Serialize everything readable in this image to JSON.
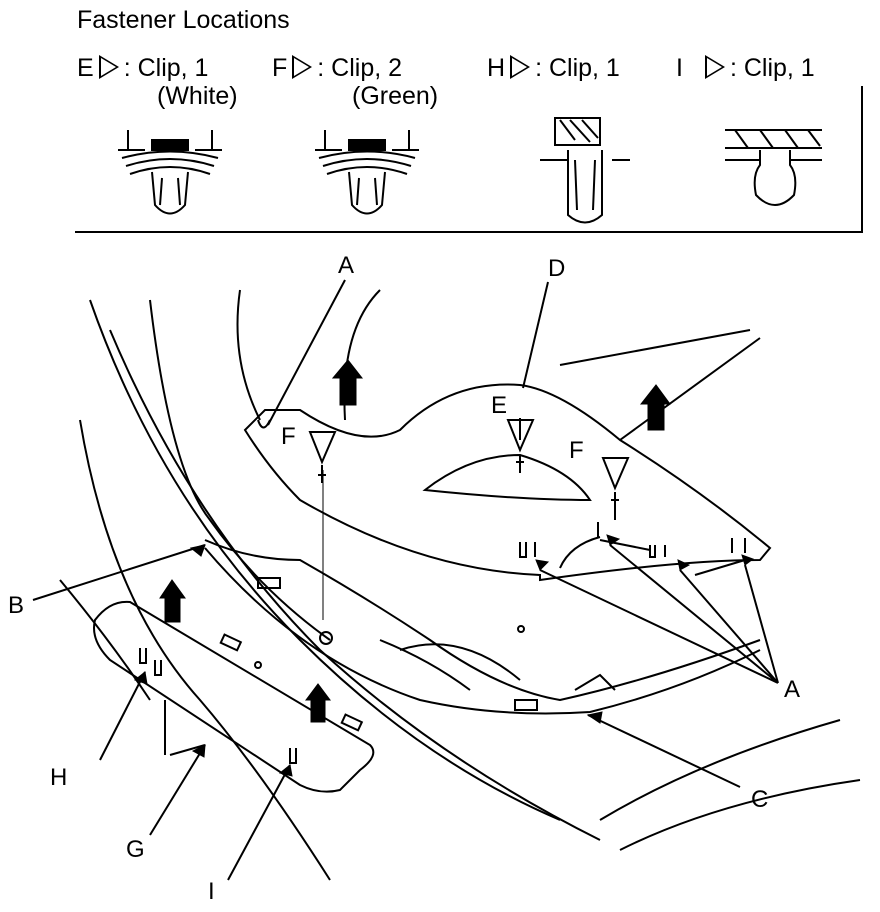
{
  "header": {
    "title": "Fastener Locations"
  },
  "legend": [
    {
      "letter": "E",
      "text": ": Clip, 1",
      "note": "(White)"
    },
    {
      "letter": "F",
      "text": ": Clip, 2",
      "note": "(Green)"
    },
    {
      "letter": "H",
      "text": ": Clip, 1",
      "note": ""
    },
    {
      "letter": "I",
      "text": ": Clip, 1",
      "note": ""
    }
  ],
  "labels": {
    "A_top": "A",
    "A_right": "A",
    "B": "B",
    "C": "C",
    "D": "D",
    "E": "E",
    "F_left": "F",
    "F_right": "F",
    "G": "G",
    "H": "H",
    "I": "I"
  }
}
